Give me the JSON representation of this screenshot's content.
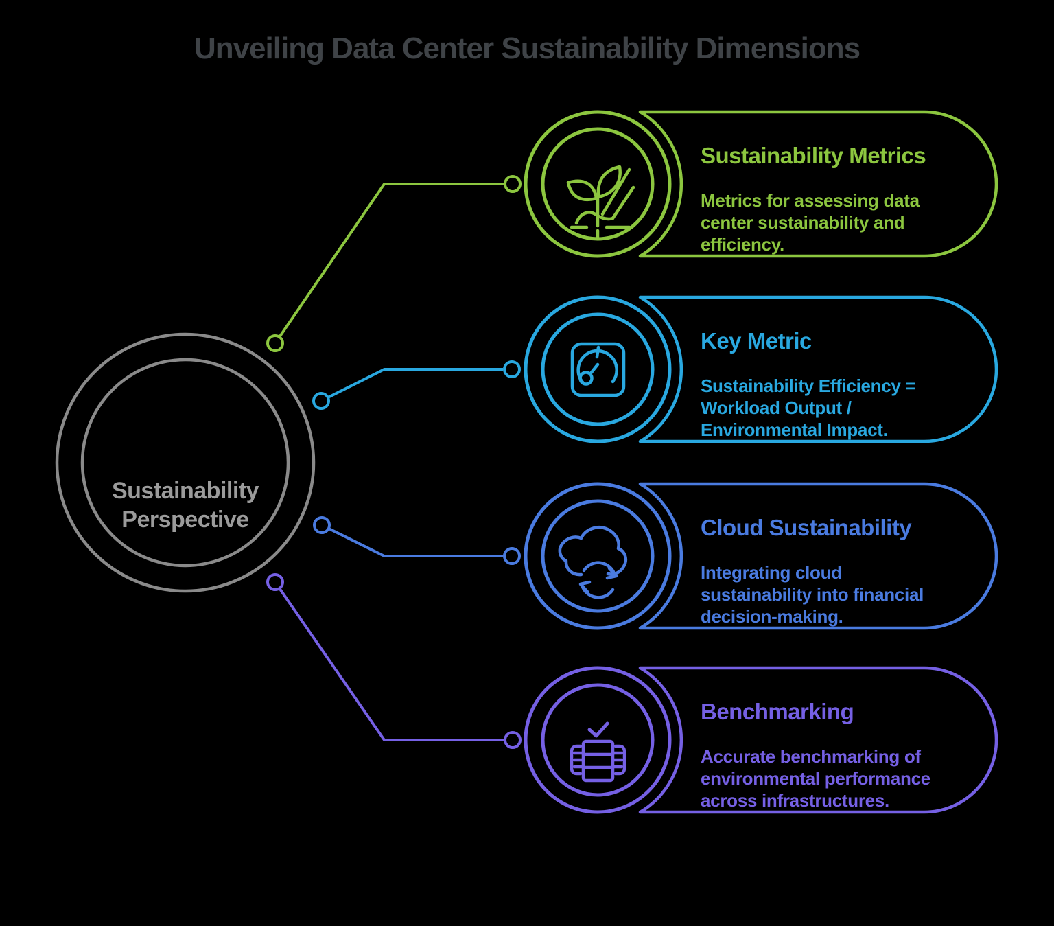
{
  "page": {
    "title": "Unveiling Data Center Sustainability Dimensions"
  },
  "colors": {
    "background": "#000000",
    "title": "#3F4347",
    "center_ring": "#8A8A8A",
    "center_text": "#9B9B9B"
  },
  "center": {
    "label_lines": [
      "Sustainability",
      "Perspective"
    ]
  },
  "cards": [
    {
      "title": "Sustainability Metrics",
      "description_lines": [
        "Metrics for assessing data",
        "center sustainability and",
        "efficiency."
      ],
      "color": "#8CC63F",
      "icon": "plant-growth-icon"
    },
    {
      "title": "Key Metric",
      "description_lines": [
        "Sustainability Efficiency =",
        "Workload Output /",
        "Environmental Impact."
      ],
      "color": "#29A8E0",
      "icon": "gauge-icon"
    },
    {
      "title": "Cloud Sustainability",
      "description_lines": [
        "Integrating cloud",
        "sustainability into financial",
        "decision-making."
      ],
      "color": "#4A7BE0",
      "icon": "cloud-sync-icon"
    },
    {
      "title": "Benchmarking",
      "description_lines": [
        "Accurate benchmarking of",
        "environmental performance",
        "across infrastructures."
      ],
      "color": "#7560E4",
      "icon": "server-check-icon"
    }
  ]
}
